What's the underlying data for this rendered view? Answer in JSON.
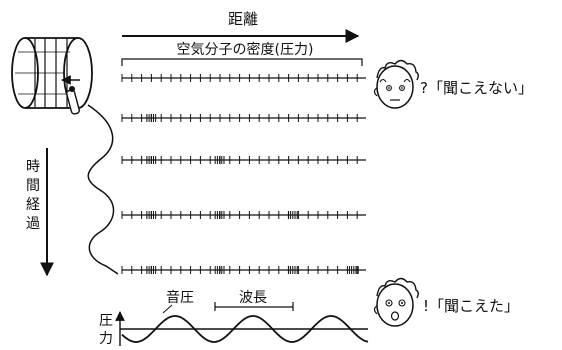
{
  "labels": {
    "distance": "距離",
    "molecule_density": "空気分子の密度(圧力)",
    "time_elapsed": [
      "時",
      "間",
      "経",
      "過"
    ],
    "cant_hear": "?「聞こえない」",
    "can_hear": "!「聞こえた」",
    "sound_pressure": "音圧",
    "wavelength": "波長",
    "pressure_axis": [
      "圧",
      "力"
    ]
  },
  "rows": [
    {
      "clusters": []
    },
    {
      "clusters": [
        0.12
      ]
    },
    {
      "clusters": [
        0.12,
        0.4
      ]
    },
    {
      "clusters": [
        0.12,
        0.4,
        0.7
      ]
    },
    {
      "clusters": [
        0.12,
        0.4,
        0.7,
        0.95
      ]
    }
  ],
  "icons": [
    "drum-icon",
    "listener-confused-icon",
    "listener-surprised-icon"
  ]
}
